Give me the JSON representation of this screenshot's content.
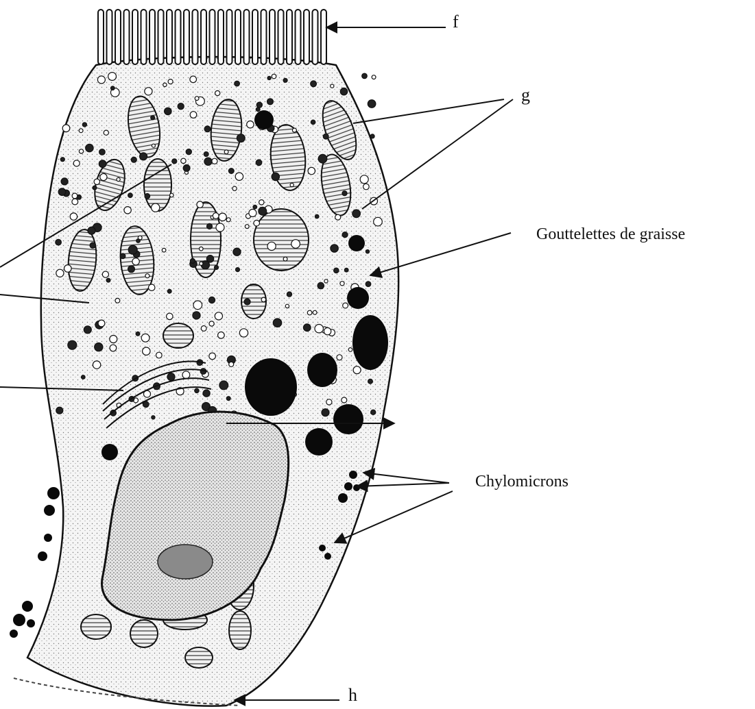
{
  "labels": {
    "f": "f",
    "g": "g",
    "fat_droplets": "Gouttelettes de graisse",
    "chylomicrons": "Chylomicrons",
    "h": "h"
  },
  "colors": {
    "ink": "#111111",
    "cytoplasm": "#f4f4f4",
    "nucleus": "#e9e9e9",
    "lipid": "#0a0a0a"
  }
}
